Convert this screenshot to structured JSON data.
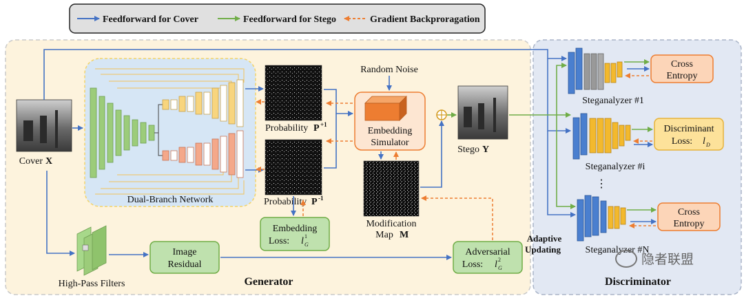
{
  "legend": {
    "cover": "Feedforward for Cover",
    "stego": "Feedforward for Stego",
    "gradient": "Gradient Backproragation"
  },
  "inputs": {
    "cover": "Cover",
    "cover_var": "X",
    "high_pass": "High-Pass Filters",
    "random_noise": "Random Noise"
  },
  "generator": {
    "label": "Generator",
    "network": "Dual-Branch Network",
    "prob_plus": "Probability",
    "prob_plus_var": "P",
    "prob_plus_sup": "+1",
    "prob_minus": "Probability",
    "prob_minus_var": "P",
    "prob_minus_sup": "-1",
    "embedding_simulator": [
      "Embedding",
      "Simulator"
    ],
    "embedding_loss": [
      "Embedding",
      "Loss:"
    ],
    "embedding_loss_sym": "l",
    "embedding_loss_sub": "G",
    "embedding_loss_sup": "1",
    "modification_map": [
      "Modification",
      "Map"
    ],
    "modification_map_var": "M",
    "image_residual": [
      "Image",
      "Residual"
    ],
    "adversarial_loss": [
      "Adversarial",
      "Loss:"
    ],
    "adversarial_loss_sym": "l",
    "adversarial_loss_sub": "G",
    "adversarial_loss_sup": "2",
    "stego": "Stego",
    "stego_var": "Y",
    "adaptive": [
      "Adaptive",
      "Updating"
    ]
  },
  "discriminator": {
    "label": "Discriminator",
    "analyzers": [
      "Steganalyzer #1",
      "Steganalyzer #i",
      "Steganalyzer #N"
    ],
    "ellipsis": "⋮",
    "cross_entropy_1": [
      "Cross",
      "Entropy"
    ],
    "discriminant_loss": [
      "Discriminant",
      "Loss:"
    ],
    "discriminant_loss_sym": "l",
    "discriminant_loss_sub": "D",
    "cross_entropy_n": [
      "Cross",
      "Entropy"
    ]
  },
  "watermark": "隐者联盟",
  "colors": {
    "cover_arrow": "#4472c4",
    "stego_arrow": "#70ad47",
    "gradient_arrow": "#ed7d31"
  }
}
